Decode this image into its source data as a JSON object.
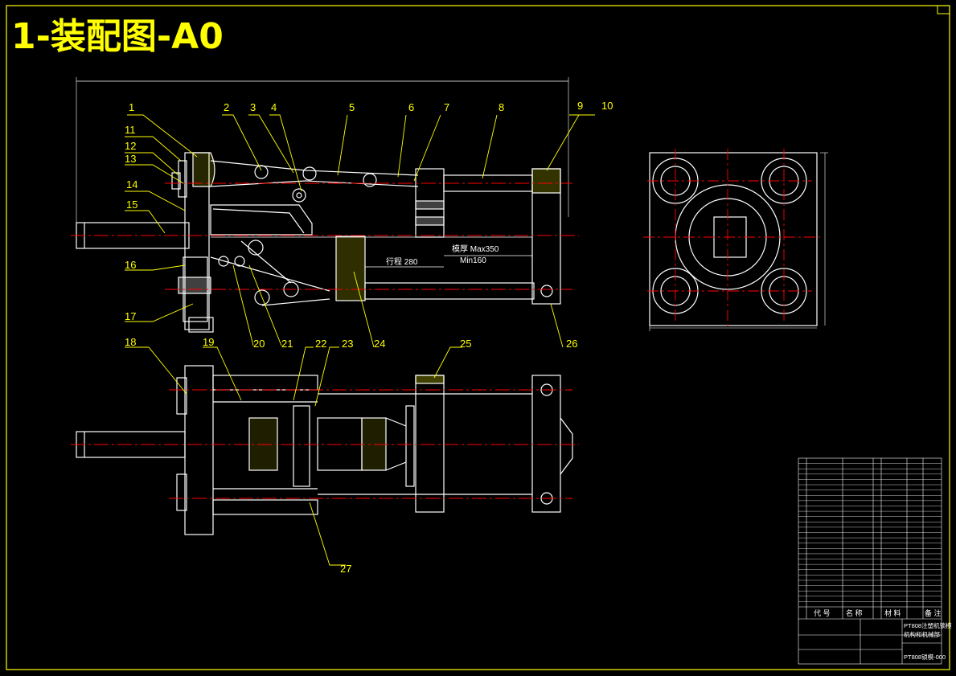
{
  "drawing_title": "1-装配图-A0",
  "colors": {
    "background": "#000000",
    "outline": "#ffffff",
    "leader": "#ffff00",
    "centerline": "#ff0000",
    "hatch": "#ffff00",
    "part": "#ffffff"
  },
  "balloons": {
    "b1": "1",
    "b2": "2",
    "b3": "3",
    "b4": "4",
    "b5": "5",
    "b6": "6",
    "b7": "7",
    "b8": "8",
    "b9": "9",
    "b10": "10",
    "b11": "11",
    "b12": "12",
    "b13": "13",
    "b14": "14",
    "b15": "15",
    "b16": "16",
    "b17": "17",
    "b18": "18",
    "b19": "19",
    "b20": "20",
    "b21": "21",
    "b22": "22",
    "b23": "23",
    "b24": "24",
    "b25": "25",
    "b26": "26",
    "b27": "27"
  },
  "annotations": {
    "mold_thickness": "模厚 Max350",
    "mold_min": "Min160",
    "stroke": "行程 280"
  },
  "title_block": {
    "col_code": "代 号",
    "col_name": "名 称",
    "col_material": "材 料",
    "col_remark": "备 注",
    "project_name": "PT808注塑机锁模",
    "project_sub": "机构和机械部",
    "drawing_no": "PT808锁模-000"
  }
}
